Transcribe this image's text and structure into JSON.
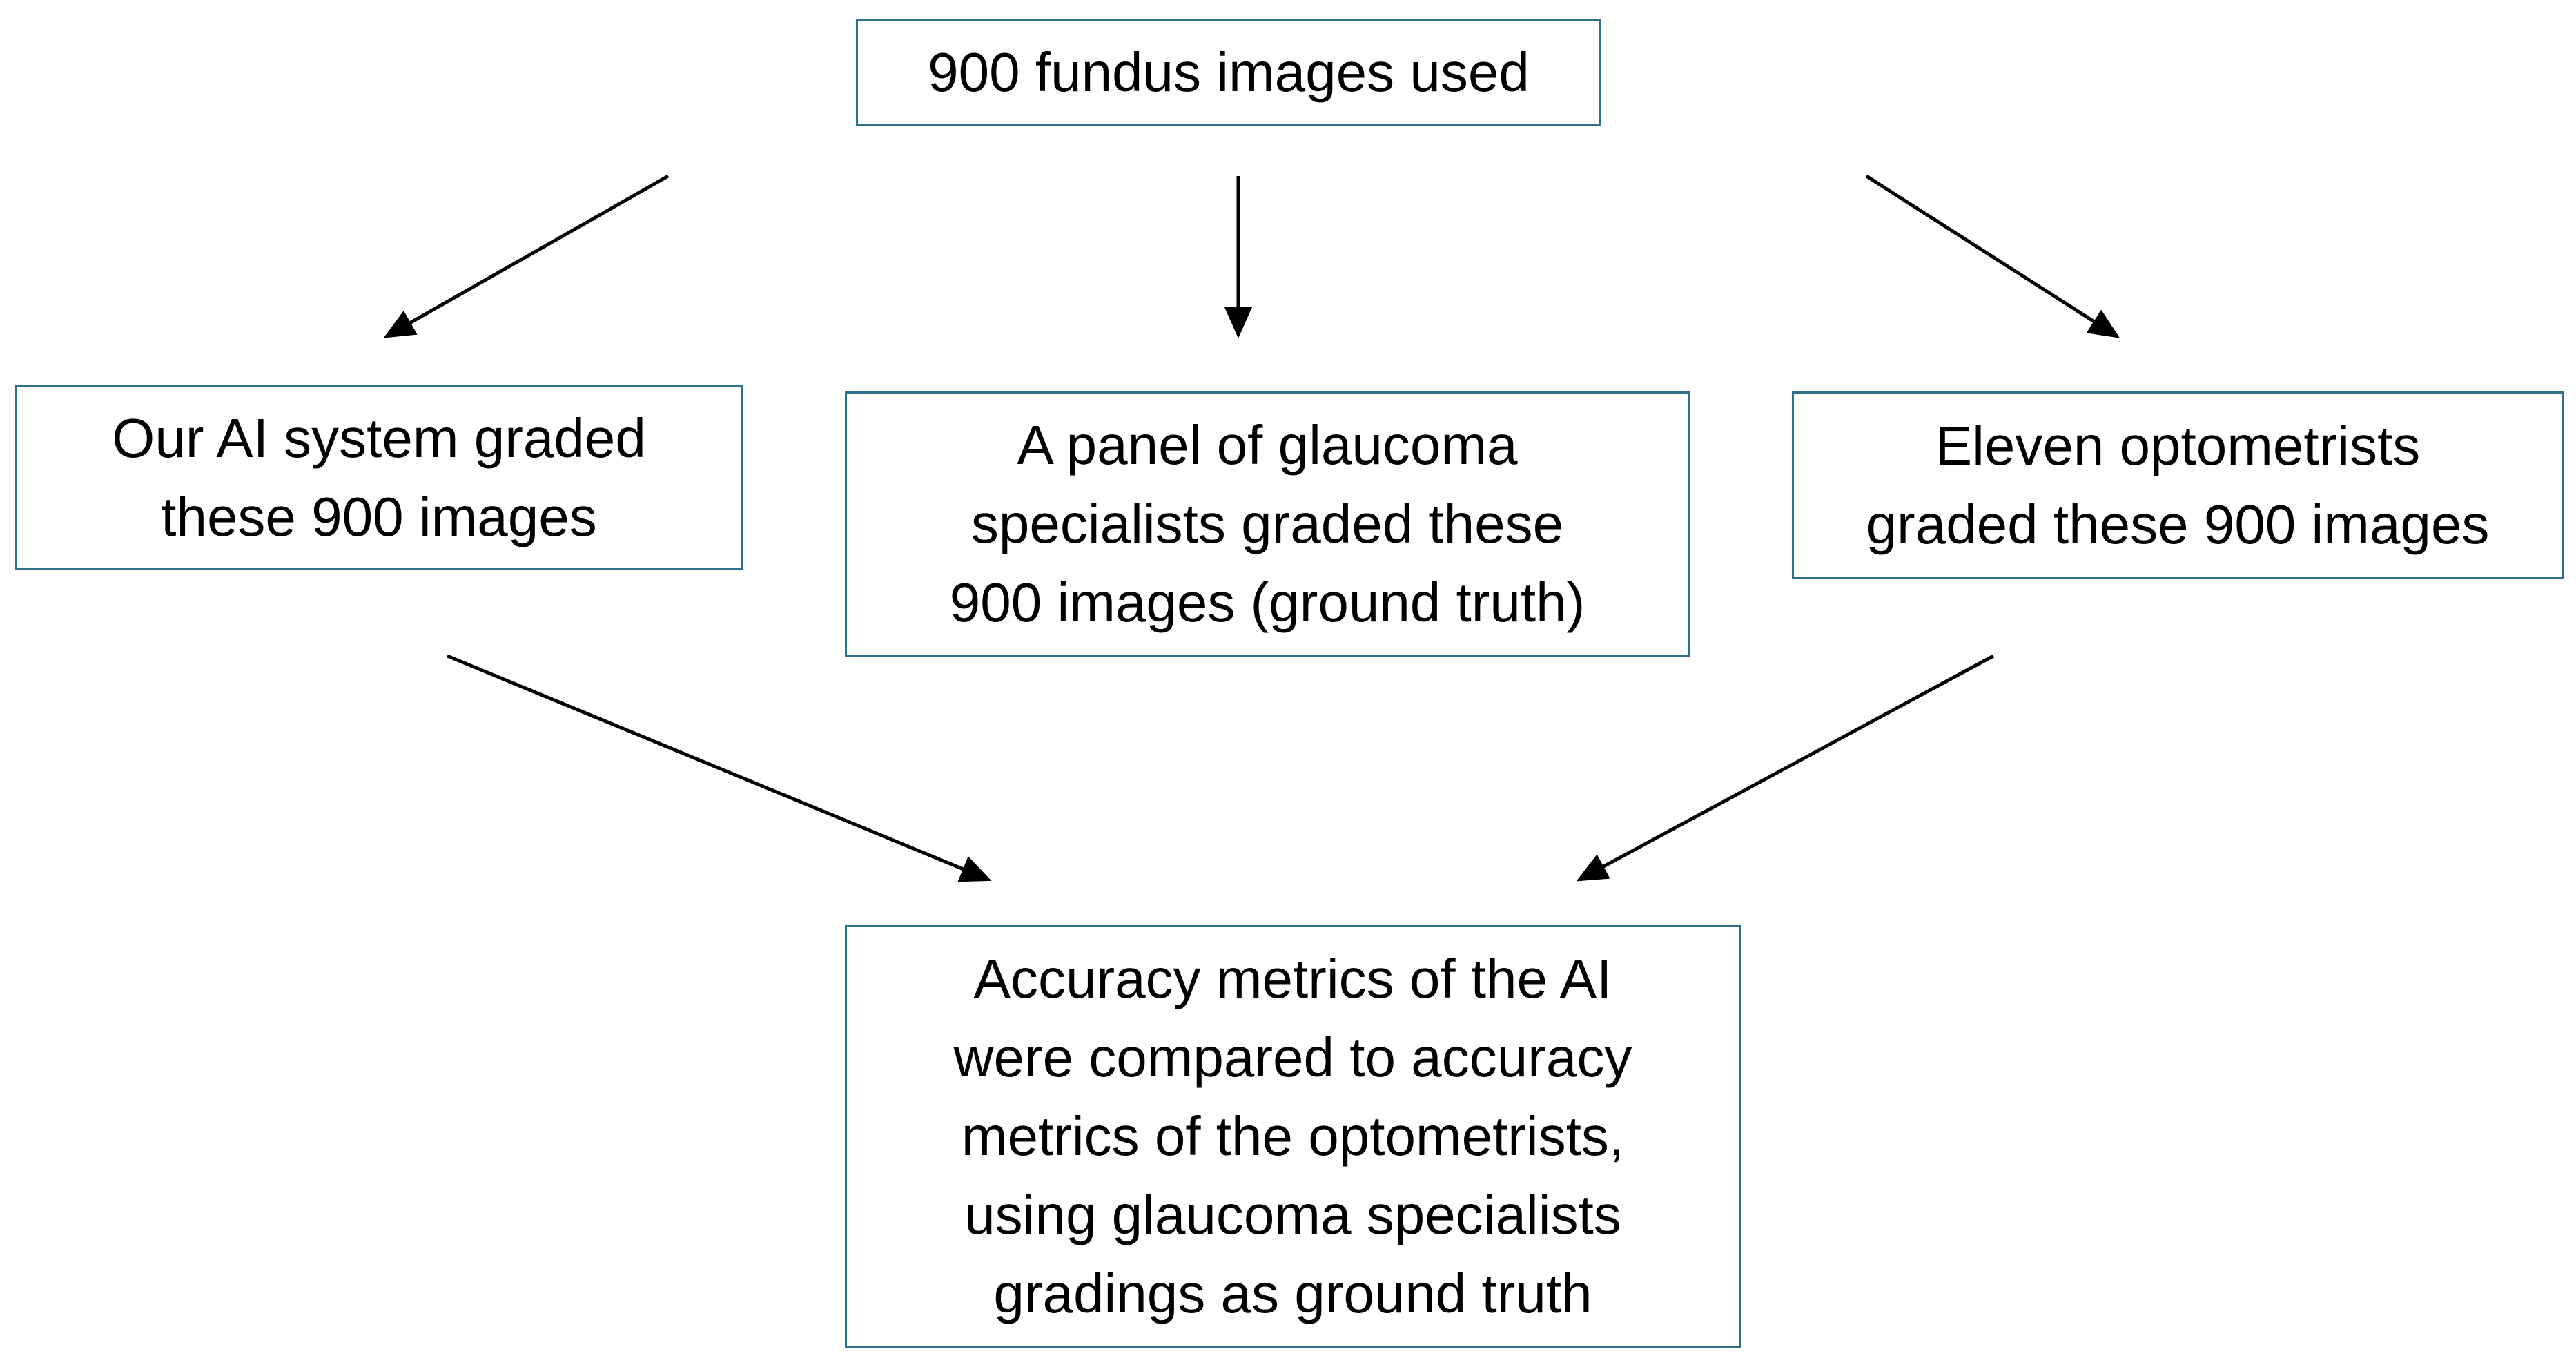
{
  "diagram": {
    "top": {
      "lines": [
        "900 fundus images used"
      ]
    },
    "left": {
      "lines": [
        "Our AI system graded",
        "these 900 images"
      ]
    },
    "center": {
      "lines": [
        "A panel of glaucoma",
        "specialists graded these",
        "900 images (ground truth)"
      ]
    },
    "right": {
      "lines": [
        "Eleven optometrists",
        "graded these 900 images"
      ]
    },
    "bottom": {
      "lines": [
        "Accuracy metrics of the AI",
        "were compared to accuracy",
        "metrics of the optometrists,",
        "using glaucoma specialists",
        "gradings as ground truth"
      ]
    },
    "colors": {
      "box_border": "#2E6F8E",
      "arrow": "#000000",
      "text": "#000000"
    }
  }
}
